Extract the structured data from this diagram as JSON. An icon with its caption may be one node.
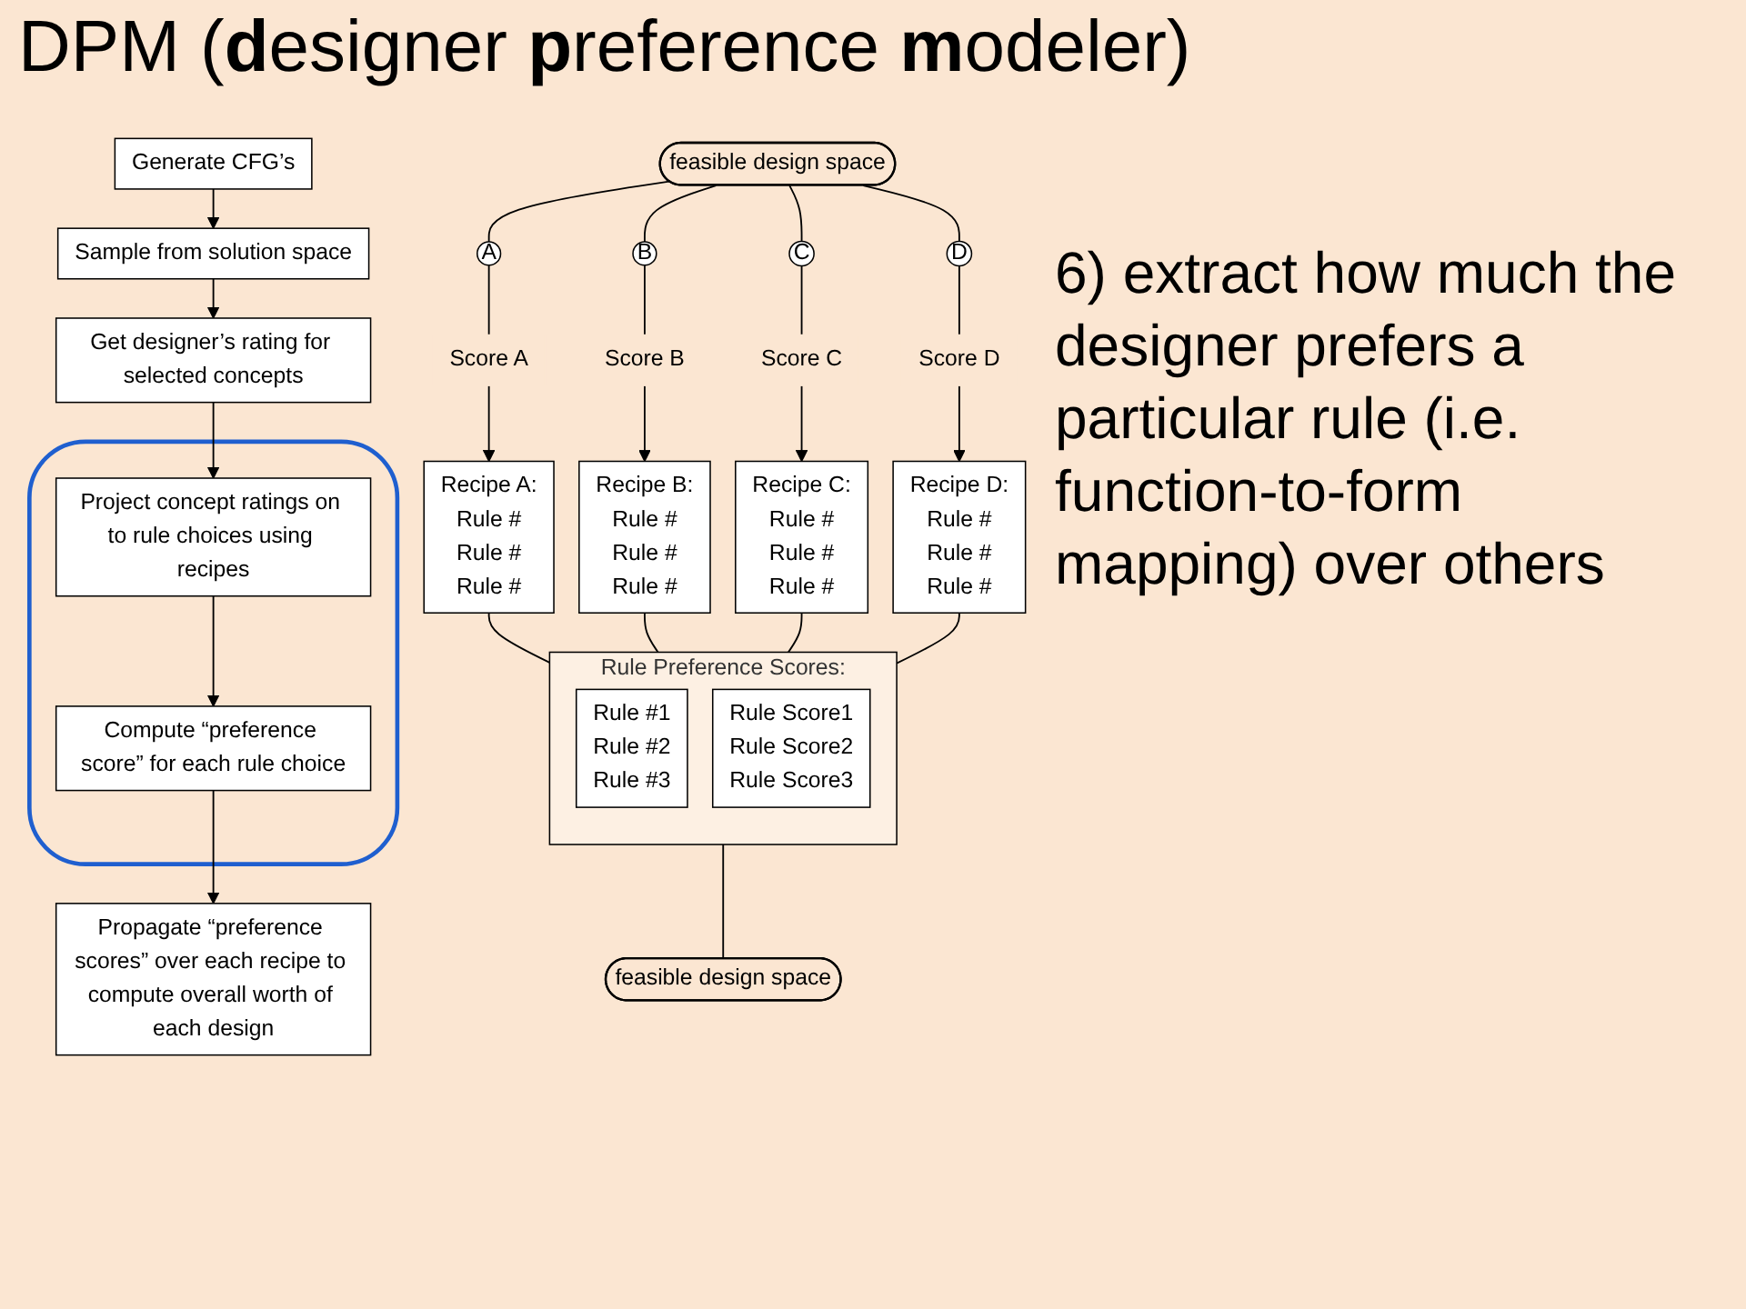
{
  "diagram": {
    "title": "DPM (**d**esigner **p**reference **m**odeler)",
    "nodes": [
      {
        "text": [
          "Generate CFG’s"
        ]
      },
      {
        "text": [
          "Sample from solution space"
        ]
      },
      {
        "text": [
          "Get designer’s rating for selected concepts"
        ]
      },
      {
        "text": [],
        "shape": "ellipse"
      },
      {
        "text": [
          "Project concept ratings on to rule choices using recipes"
        ],
        "in": 3
      },
      {
        "text": [
          "Compute “preference score” for each rule choice"
        ],
        "in": 3
      },
      {
        "text": [
          "Propagate “preference scores” over each recipe to compute overall worth of each design"
        ]
      },
      {
        "text": [
          "feasible design space"
        ]
      },
      {
        "text": [
          "A"
        ]
      },
      {
        "text": [
          "B"
        ]
      },
      {
        "text": [
          "C"
        ]
      },
      {
        "text": [
          "D"
        ]
      },
      {
        "text": [
          "Score A"
        ]
      },
      {
        "text": [
          "Score B"
        ]
      },
      {
        "text": [
          "Score C"
        ]
      },
      {
        "text": [
          "Score D"
        ]
      },
      {
        "text": [
          "Recipe A:",
          "Rule #",
          "Rule #",
          "Rule #"
        ]
      },
      {
        "text": [
          "Recipe B:",
          "Rule #",
          "Rule #",
          "Rule #"
        ]
      },
      {
        "text": [
          "Recipe C:",
          "Rule #",
          "Rule #",
          "Rule #"
        ]
      },
      {
        "text": [
          "Recipe D:",
          "Rule #",
          "Rule #",
          "Rule #"
        ]
      },
      {
        "text": [
          "Rule Preference Scores:"
        ]
      },
      {
        "text": [
          "Rule #1",
          "Rule #2",
          "Rule #3"
        ],
        "in": 20
      },
      {
        "text": [
          "Rule Score1",
          "Rule Score2",
          "Rule Score3"
        ],
        "in": 20
      },
      {
        "text": [
          "feasible design space"
        ]
      }
    ],
    "edges": [
      {
        "from": 0,
        "to": 1,
        "arrow": "to"
      },
      {
        "from": 1,
        "to": 2,
        "arrow": "to"
      },
      {
        "from": 2,
        "to": 4,
        "arrow": "to"
      },
      {
        "from": 4,
        "to": 5,
        "arrow": "to"
      },
      {
        "from": 5,
        "to": 6,
        "arrow": "to"
      },
      {
        "from": 7,
        "to": 8,
        "arrow": "none"
      },
      {
        "from": 7,
        "to": 9,
        "arrow": "none"
      },
      {
        "from": 7,
        "to": 10,
        "arrow": "none"
      },
      {
        "from": 7,
        "to": 11,
        "arrow": "none"
      },
      {
        "from": 8,
        "to": 12,
        "arrow": "none"
      },
      {
        "from": 9,
        "to": 13,
        "arrow": "none"
      },
      {
        "from": 10,
        "to": 14,
        "arrow": "none"
      },
      {
        "from": 11,
        "to": 15,
        "arrow": "none"
      },
      {
        "from": 12,
        "to": 16,
        "arrow": "to"
      },
      {
        "from": 13,
        "to": 17,
        "arrow": "to"
      },
      {
        "from": 14,
        "to": 18,
        "arrow": "to"
      },
      {
        "from": 15,
        "to": 19,
        "arrow": "to"
      },
      {
        "from": 16,
        "to": 20,
        "arrow": "none"
      },
      {
        "from": 17,
        "to": 20,
        "arrow": "none"
      },
      {
        "from": 18,
        "to": 20,
        "arrow": "none"
      },
      {
        "from": 19,
        "to": 20,
        "arrow": "none"
      },
      {
        "from": 20,
        "to": 23,
        "arrow": "none"
      }
    ],
    "labels": [
      "6) extract how much the designer prefers a particular rule (i.e. function-to-form mapping) over others"
    ]
  }
}
